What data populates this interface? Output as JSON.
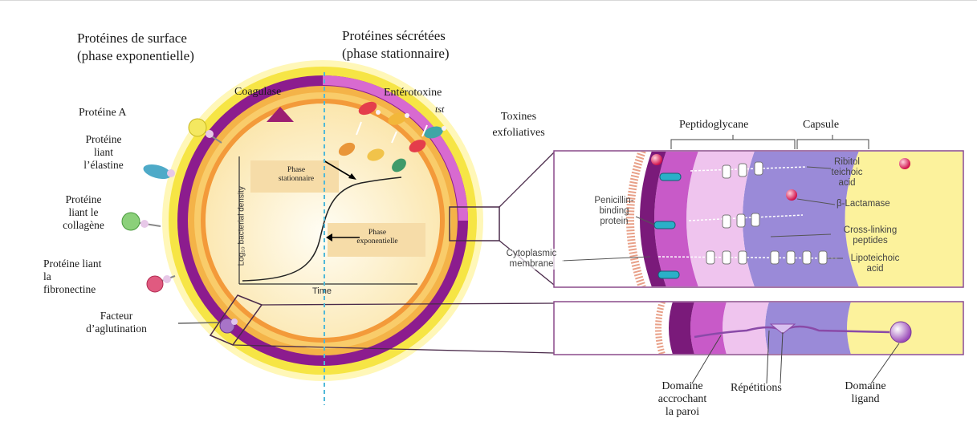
{
  "headers": {
    "surface_title": "Protéines de surface",
    "surface_subtitle": "(phase exponentielle)",
    "secreted_title": "Protéines sécrétées",
    "secreted_subtitle": "(phase stationnaire)"
  },
  "surface_labels": {
    "coagulase": "Coagulase",
    "protein_a": "Protéine A",
    "elastin": [
      "Protéine",
      "liant",
      "l’élastine"
    ],
    "collagen": [
      "Protéine",
      "liant le",
      "collagène"
    ],
    "fibronectin": [
      "Protéine liant",
      "la",
      "fibronectine"
    ],
    "clumping": [
      "Facteur",
      "d’aglutination"
    ]
  },
  "secreted_labels": {
    "enterotoxin": "Entérotoxine",
    "tst": "tst",
    "exfoliative": [
      "Toxines",
      "exfoliatives"
    ]
  },
  "growth_curve": {
    "ylabel": "Log₁₀ bacterial density",
    "xlabel": "Time",
    "stationary": [
      "Phase",
      "stationnaire"
    ],
    "exponential": [
      "Phase",
      "exponentielle"
    ]
  },
  "wall_labels": {
    "peptidoglycan": "Peptidoglycane",
    "capsule": "Capsule",
    "ribitol": [
      "Ribitol",
      "teichoic",
      "acid"
    ],
    "beta_lactamase": "β-Lactamase",
    "pbp": [
      "Penicillin-",
      "binding",
      "protein"
    ],
    "crosslinking": [
      "Cross-linking",
      "peptides"
    ],
    "lipoteichoic": [
      "Lipoteichoic",
      "acid"
    ],
    "cytoplasmic": [
      "Cytoplasmic",
      "membrane"
    ]
  },
  "bottom_labels": {
    "wall_domain": [
      "Domaine",
      "accrochant",
      "la paroi"
    ],
    "repeats": "Répétitions",
    "ligand_domain": [
      "Domaine",
      "ligand"
    ]
  },
  "colors": {
    "outer_ring": "#f7e84a",
    "purple_ring": "#8a1a8c",
    "pink_ring": "#e07ad6",
    "orange_ring": "#f0a23c",
    "cytoplasm": "#fbe7b0",
    "dashed_line": "#4fb8d8",
    "lavender_layer": "#9a8ad8"
  }
}
